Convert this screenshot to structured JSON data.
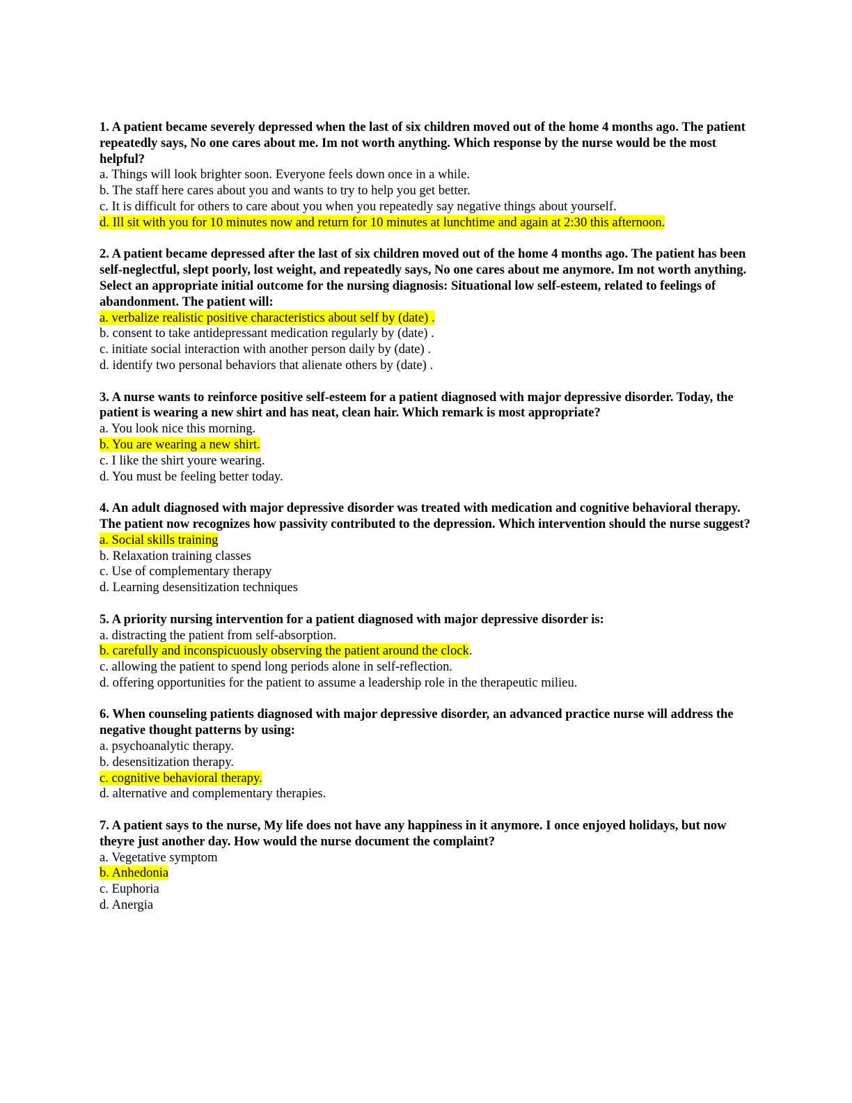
{
  "questions": [
    {
      "stem": "1. A patient became severely depressed when the last of six children moved out of the home 4 months ago. The patient repeatedly says, No one cares about me. Im not worth anything. Which response by the nurse would be the most helpful?",
      "options": [
        {
          "text": "a. Things will look brighter soon. Everyone feels down once in a while.",
          "suffix": "",
          "highlighted": false
        },
        {
          "text": "b. The staff here cares about you and wants to try to help you get better.",
          "suffix": "",
          "highlighted": false
        },
        {
          "text": "c. It is difficult for others to care about you when you repeatedly say negative things about yourself.",
          "suffix": "",
          "highlighted": false
        },
        {
          "text": "d. Ill sit with you for 10 minutes now and return for 10 minutes at lunchtime and again at 2:30 this afternoon.",
          "suffix": "",
          "highlighted": true
        }
      ]
    },
    {
      "stem": "2. A patient became depressed after the last of six children moved out of the home 4 months ago. The patient has been self-neglectful, slept poorly, lost weight, and repeatedly says, No one cares about me anymore. Im not worth anything. Select an appropriate initial outcome for the nursing diagnosis: Situational low self-esteem, related to feelings of abandonment. The patient will:",
      "options": [
        {
          "text": "a. verbalize realistic positive characteristics about self by (date) .",
          "suffix": "",
          "highlighted": true
        },
        {
          "text": "b. consent to take antidepressant medication regularly by (date) .",
          "suffix": "",
          "highlighted": false
        },
        {
          "text": "c. initiate social interaction with another person daily by (date) .",
          "suffix": "",
          "highlighted": false
        },
        {
          "text": "d. identify two personal behaviors that alienate others by (date) .",
          "suffix": "",
          "highlighted": false
        }
      ]
    },
    {
      "stem": "3. A nurse wants to reinforce positive self-esteem for a patient diagnosed with major depressive disorder. Today, the patient is wearing a new shirt and has neat, clean hair. Which remark is most appropriate?",
      "options": [
        {
          "text": "a. You look nice this morning.",
          "suffix": "",
          "highlighted": false
        },
        {
          "text": "b. You are wearing a new shirt.",
          "suffix": "",
          "highlighted": true
        },
        {
          "text": "c. I like the shirt youre wearing.",
          "suffix": "",
          "highlighted": false
        },
        {
          "text": "d. You must be feeling better today.",
          "suffix": "",
          "highlighted": false
        }
      ]
    },
    {
      "stem": "4. An adult diagnosed with major depressive disorder was treated with medication and cognitive behavioral therapy. The patient now recognizes how passivity contributed to the depression. Which intervention should the nurse suggest?",
      "options": [
        {
          "text": "a. Social skills training",
          "suffix": "",
          "highlighted": true
        },
        {
          "text": "b. Relaxation training classes",
          "suffix": "",
          "highlighted": false
        },
        {
          "text": "c. Use of complementary therapy",
          "suffix": "",
          "highlighted": false
        },
        {
          "text": "d. Learning desensitization techniques",
          "suffix": "",
          "highlighted": false
        }
      ]
    },
    {
      "stem": "5. A priority nursing intervention for a patient diagnosed with major depressive disorder is:",
      "options": [
        {
          "text": "a. distracting the patient from self-absorption.",
          "suffix": "",
          "highlighted": false
        },
        {
          "text": "b. carefully and inconspicuously observing the patient around the clock",
          "suffix": ".",
          "highlighted": true
        },
        {
          "text": "c. allowing the patient to spend long periods alone in self-reflection.",
          "suffix": "",
          "highlighted": false
        },
        {
          "text": "d. offering opportunities for the patient to assume a leadership role in the therapeutic milieu.",
          "suffix": "",
          "highlighted": false
        }
      ]
    },
    {
      "stem": "6. When counseling patients diagnosed with major depressive disorder, an advanced practice nurse will address the negative thought patterns by using:",
      "options": [
        {
          "text": "a. psychoanalytic therapy.",
          "suffix": "",
          "highlighted": false
        },
        {
          "text": "b. desensitization therapy.",
          "suffix": "",
          "highlighted": false
        },
        {
          "text": "c. cognitive behavioral therapy.",
          "suffix": "",
          "highlighted": true
        },
        {
          "text": "d. alternative and complementary therapies.",
          "suffix": "",
          "highlighted": false
        }
      ]
    },
    {
      "stem": "7. A patient says to the nurse, My life does not have any happiness in it anymore. I once enjoyed holidays, but now theyre just another day. How would the nurse document the complaint?",
      "options": [
        {
          "text": "a. Vegetative symptom",
          "suffix": "",
          "highlighted": false
        },
        {
          "text": "b. Anhedonia",
          "suffix": "",
          "highlighted": true
        },
        {
          "text": "c. Euphoria",
          "suffix": "",
          "highlighted": false
        },
        {
          "text": "d. Anergia",
          "suffix": "",
          "highlighted": false
        }
      ]
    }
  ],
  "colors": {
    "highlight": "#ffff00",
    "text": "#000000",
    "background": "#ffffff"
  }
}
